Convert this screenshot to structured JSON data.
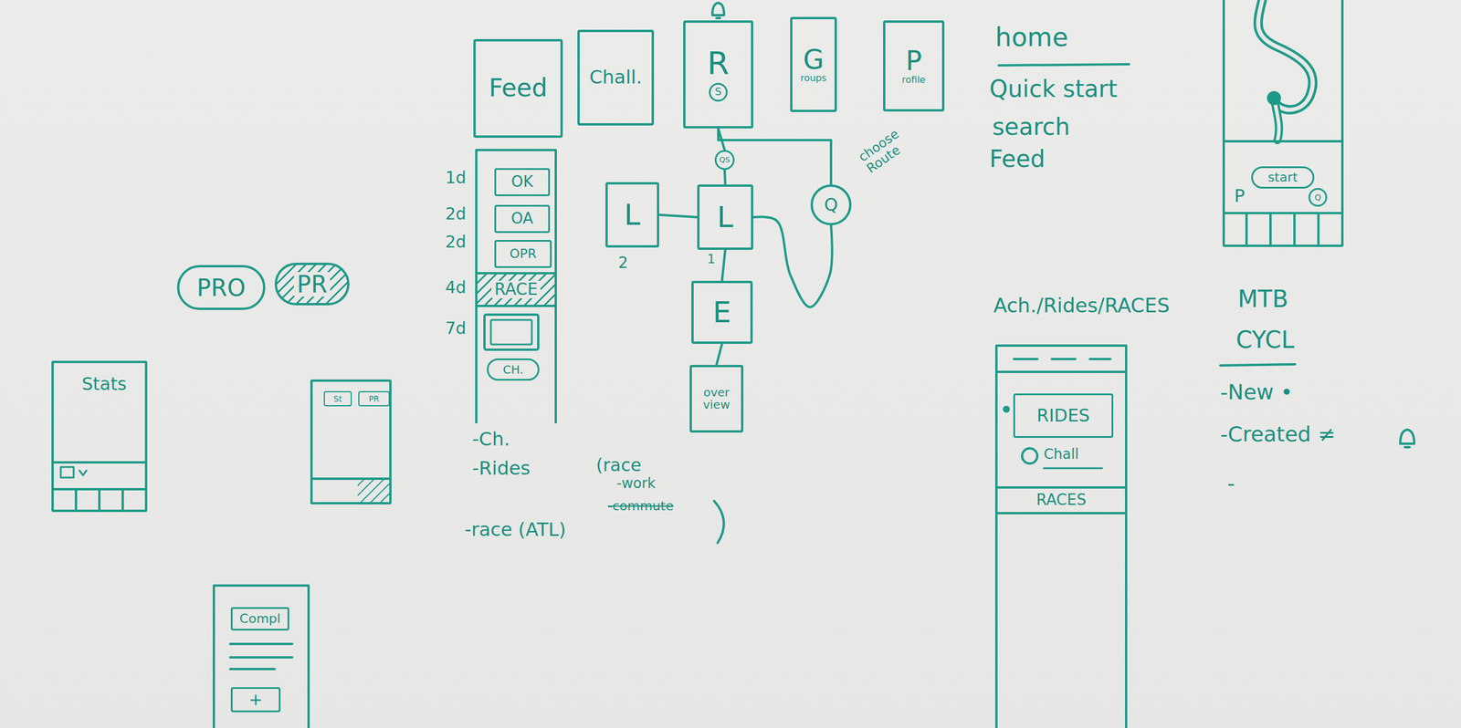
{
  "diagram": {
    "nodes": [
      {
        "text": [
          "Feed"
        ]
      },
      {
        "text": [
          "Chall."
        ]
      },
      {
        "text": [
          "R",
          "S"
        ]
      },
      {
        "text": [
          "G",
          "roups"
        ]
      },
      {
        "text": [
          "P",
          "rofile"
        ]
      },
      {
        "text": []
      },
      {
        "text": [
          "OK"
        ],
        "in": 5
      },
      {
        "text": [
          "OA"
        ],
        "in": 5
      },
      {
        "text": [
          "OPR"
        ],
        "in": 5
      },
      {
        "text": [
          "RACE"
        ],
        "in": 5
      },
      {
        "text": [
          "CH."
        ],
        "in": 5
      },
      {
        "text": [
          "QS"
        ]
      },
      {
        "text": [
          "L"
        ]
      },
      {
        "text": [
          "L"
        ]
      },
      {
        "text": [
          "Q"
        ]
      },
      {
        "text": [
          "E"
        ]
      },
      {
        "text": [
          "over view"
        ]
      },
      {
        "text": [
          "PRO"
        ]
      },
      {
        "text": [
          "PR"
        ]
      },
      {
        "text": [
          "Stats"
        ]
      },
      {
        "text": []
      },
      {
        "text": [
          "St"
        ],
        "in": 20
      },
      {
        "text": [
          "PR"
        ],
        "in": 20
      },
      {
        "text": []
      },
      {
        "text": [
          "Compl"
        ],
        "in": 23
      },
      {
        "text": [
          "+"
        ],
        "in": 23
      },
      {
        "text": [
          "P"
        ]
      },
      {
        "text": [
          "start"
        ],
        "in": 26
      },
      {
        "text": [
          "Q"
        ],
        "in": 26
      },
      {
        "text": []
      },
      {
        "text": [
          "RIDES"
        ],
        "in": 29
      },
      {
        "text": [
          "RACES"
        ],
        "in": 29
      }
    ],
    "edges": [
      {
        "from": 2,
        "to": 11,
        "arrow": "none"
      },
      {
        "from": 11,
        "to": 13,
        "arrow": "none"
      },
      {
        "from": 13,
        "to": 12,
        "arrow": "none"
      },
      {
        "from": 13,
        "to": 15,
        "arrow": "none"
      },
      {
        "from": 15,
        "to": 16,
        "arrow": "none"
      },
      {
        "from": 2,
        "to": 14,
        "arrow": "none"
      },
      {
        "from": 13,
        "to": 14,
        "arrow": "none"
      }
    ],
    "labels": [
      "1d",
      "2d",
      "2d",
      "4d",
      "7d",
      "2",
      "1",
      "choose Route",
      "home",
      "Quick start",
      "search",
      "Feed",
      "-Ch.",
      "-Rides",
      "(race",
      "-work",
      "-commute",
      "-race (ATL)",
      "Ach./Rides/RACES",
      "MTB",
      "CYCL",
      "-New •",
      "-Created ≠",
      "-",
      "Chall"
    ]
  }
}
